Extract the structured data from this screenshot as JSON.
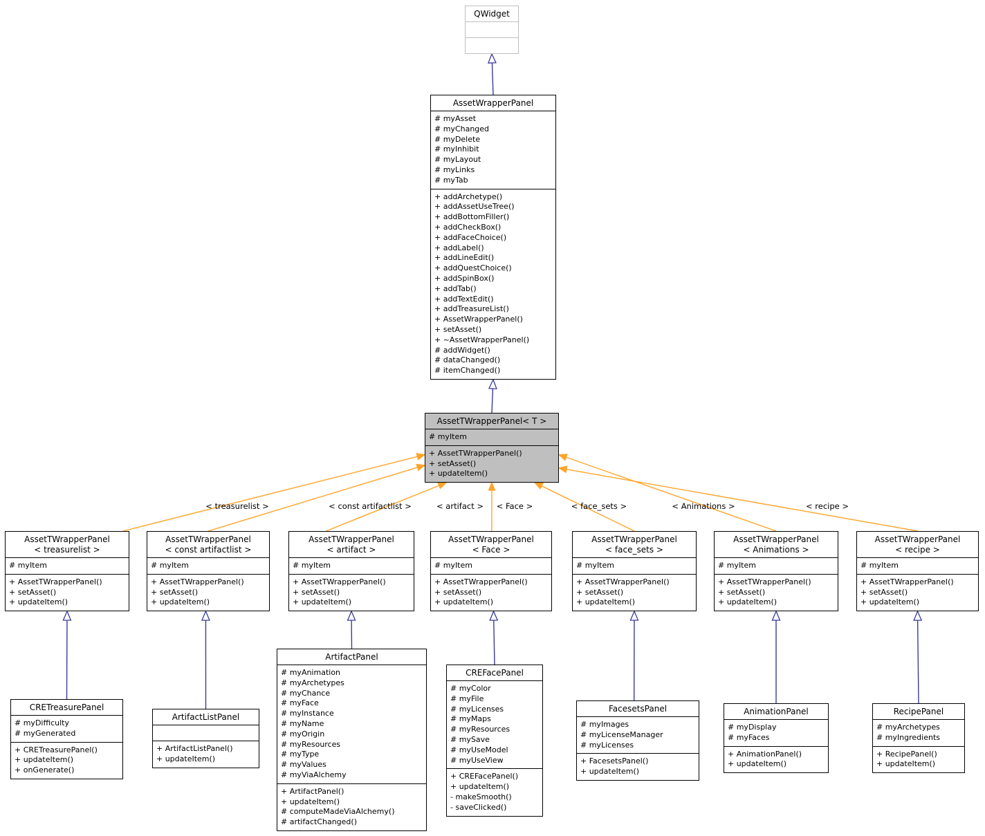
{
  "colors": {
    "inheritance_arrow": "#3a3a9c",
    "template_arrow": "#ffa429",
    "highlight_fill": "#bfbfbf",
    "external_border": "#bfbfbf",
    "box_border": "#000000",
    "background": "#ffffff"
  },
  "classes": [
    {
      "id": "qwidget",
      "name": "QWidget",
      "name_lines": [
        "QWidget"
      ],
      "style": "external",
      "attributes": [],
      "methods": []
    },
    {
      "id": "awp",
      "name": "AssetWrapperPanel",
      "name_lines": [
        "AssetWrapperPanel"
      ],
      "style": "plain",
      "attributes": [
        "# myAsset",
        "# myChanged",
        "# myDelete",
        "# myInhibit",
        "# myLayout",
        "# myLinks",
        "# myTab"
      ],
      "methods": [
        "+ addArchetype()",
        "+ addAssetUseTree()",
        "+ addBottomFiller()",
        "+ addCheckBox()",
        "+ addFaceChoice()",
        "+ addLabel()",
        "+ addLineEdit()",
        "+ addQuestChoice()",
        "+ addSpinBox()",
        "+ addTab()",
        "+ addTextEdit()",
        "+ addTreasureList()",
        "+ AssetWrapperPanel()",
        "+ setAsset()",
        "+ ~AssetWrapperPanel()",
        "# addWidget()",
        "# dataChanged()",
        "# itemChanged()"
      ]
    },
    {
      "id": "att",
      "name": "AssetTWrapperPanel< T >",
      "name_lines": [
        "AssetTWrapperPanel< T >"
      ],
      "style": "highlight",
      "attributes": [
        "# myItem"
      ],
      "methods": [
        "+ AssetTWrapperPanel()",
        "+ setAsset()",
        "+ updateItem()"
      ]
    },
    {
      "id": "t1",
      "name": "AssetTWrapperPanel< treasurelist >",
      "name_lines": [
        "AssetTWrapperPanel",
        "< treasurelist >"
      ],
      "style": "plain",
      "attributes": [
        "# myItem"
      ],
      "methods": [
        "+ AssetTWrapperPanel()",
        "+ setAsset()",
        "+ updateItem()"
      ]
    },
    {
      "id": "t2",
      "name": "AssetTWrapperPanel< const artifactlist >",
      "name_lines": [
        "AssetTWrapperPanel",
        "< const artifactlist >"
      ],
      "style": "plain",
      "attributes": [
        "# myItem"
      ],
      "methods": [
        "+ AssetTWrapperPanel()",
        "+ setAsset()",
        "+ updateItem()"
      ]
    },
    {
      "id": "t3",
      "name": "AssetTWrapperPanel< artifact >",
      "name_lines": [
        "AssetTWrapperPanel",
        "< artifact >"
      ],
      "style": "plain",
      "attributes": [
        "# myItem"
      ],
      "methods": [
        "+ AssetTWrapperPanel()",
        "+ setAsset()",
        "+ updateItem()"
      ]
    },
    {
      "id": "t4",
      "name": "AssetTWrapperPanel< Face >",
      "name_lines": [
        "AssetTWrapperPanel",
        "< Face >"
      ],
      "style": "plain",
      "attributes": [
        "# myItem"
      ],
      "methods": [
        "+ AssetTWrapperPanel()",
        "+ setAsset()",
        "+ updateItem()"
      ]
    },
    {
      "id": "t5",
      "name": "AssetTWrapperPanel< face_sets >",
      "name_lines": [
        "AssetTWrapperPanel",
        "< face_sets >"
      ],
      "style": "plain",
      "attributes": [
        "# myItem"
      ],
      "methods": [
        "+ AssetTWrapperPanel()",
        "+ setAsset()",
        "+ updateItem()"
      ]
    },
    {
      "id": "t6",
      "name": "AssetTWrapperPanel< Animations >",
      "name_lines": [
        "AssetTWrapperPanel",
        "< Animations >"
      ],
      "style": "plain",
      "attributes": [
        "# myItem"
      ],
      "methods": [
        "+ AssetTWrapperPanel()",
        "+ setAsset()",
        "+ updateItem()"
      ]
    },
    {
      "id": "t7",
      "name": "AssetTWrapperPanel< recipe >",
      "name_lines": [
        "AssetTWrapperPanel",
        "< recipe >"
      ],
      "style": "plain",
      "attributes": [
        "# myItem"
      ],
      "methods": [
        "+ AssetTWrapperPanel()",
        "+ setAsset()",
        "+ updateItem()"
      ]
    },
    {
      "id": "cretreasure",
      "name": "CRETreasurePanel",
      "name_lines": [
        "CRETreasurePanel"
      ],
      "style": "plain",
      "attributes": [
        "# myDifficulty",
        "# myGenerated"
      ],
      "methods": [
        "+ CRETreasurePanel()",
        "+ updateItem()",
        "+ onGenerate()"
      ]
    },
    {
      "id": "artifactlist",
      "name": "ArtifactListPanel",
      "name_lines": [
        "ArtifactListPanel"
      ],
      "style": "plain",
      "attributes": [],
      "methods": [
        "+ ArtifactListPanel()",
        "+ updateItem()"
      ]
    },
    {
      "id": "artifact",
      "name": "ArtifactPanel",
      "name_lines": [
        "ArtifactPanel"
      ],
      "style": "plain",
      "attributes": [
        "# myAnimation",
        "# myArchetypes",
        "# myChance",
        "# myFace",
        "# myInstance",
        "# myName",
        "# myOrigin",
        "# myResources",
        "# myType",
        "# myValues",
        "# myViaAlchemy"
      ],
      "methods": [
        "+ ArtifactPanel()",
        "+ updateItem()",
        "# computeMadeViaAlchemy()",
        "# artifactChanged()"
      ]
    },
    {
      "id": "creface",
      "name": "CREFacePanel",
      "name_lines": [
        "CREFacePanel"
      ],
      "style": "plain",
      "attributes": [
        "# myColor",
        "# myFile",
        "# myLicenses",
        "# myMaps",
        "# myResources",
        "# mySave",
        "# myUseModel",
        "# myUseView"
      ],
      "methods": [
        "+ CREFacePanel()",
        "+ updateItem()",
        "- makeSmooth()",
        "- saveClicked()"
      ]
    },
    {
      "id": "facesets",
      "name": "FacesetsPanel",
      "name_lines": [
        "FacesetsPanel"
      ],
      "style": "plain",
      "attributes": [
        "# myImages",
        "# myLicenseManager",
        "# myLicenses"
      ],
      "methods": [
        "+ FacesetsPanel()",
        "+ updateItem()"
      ]
    },
    {
      "id": "animation",
      "name": "AnimationPanel",
      "name_lines": [
        "AnimationPanel"
      ],
      "style": "plain",
      "attributes": [
        "# myDisplay",
        "# myFaces"
      ],
      "methods": [
        "+ AnimationPanel()",
        "+ updateItem()"
      ]
    },
    {
      "id": "recipe",
      "name": "RecipePanel",
      "name_lines": [
        "RecipePanel"
      ],
      "style": "plain",
      "attributes": [
        "# myArchetypes",
        "# myIngredients"
      ],
      "methods": [
        "+ RecipePanel()",
        "+ updateItem()"
      ]
    }
  ],
  "relationships": [
    {
      "type": "inheritance",
      "from": "AssetWrapperPanel",
      "to": "QWidget"
    },
    {
      "type": "inheritance",
      "from": "AssetTWrapperPanel< T >",
      "to": "AssetWrapperPanel"
    },
    {
      "type": "inheritance",
      "from": "CRETreasurePanel",
      "to": "AssetTWrapperPanel< treasurelist >"
    },
    {
      "type": "inheritance",
      "from": "ArtifactListPanel",
      "to": "AssetTWrapperPanel< const artifactlist >"
    },
    {
      "type": "inheritance",
      "from": "ArtifactPanel",
      "to": "AssetTWrapperPanel< artifact >"
    },
    {
      "type": "inheritance",
      "from": "CREFacePanel",
      "to": "AssetTWrapperPanel< Face >"
    },
    {
      "type": "inheritance",
      "from": "FacesetsPanel",
      "to": "AssetTWrapperPanel< face_sets >"
    },
    {
      "type": "inheritance",
      "from": "AnimationPanel",
      "to": "AssetTWrapperPanel< Animations >"
    },
    {
      "type": "inheritance",
      "from": "RecipePanel",
      "to": "AssetTWrapperPanel< recipe >"
    },
    {
      "type": "template-instantiation",
      "from": "AssetTWrapperPanel< treasurelist >",
      "to": "AssetTWrapperPanel< T >",
      "label": "< treasurelist >"
    },
    {
      "type": "template-instantiation",
      "from": "AssetTWrapperPanel< const artifactlist >",
      "to": "AssetTWrapperPanel< T >",
      "label": "< const artifactlist >"
    },
    {
      "type": "template-instantiation",
      "from": "AssetTWrapperPanel< artifact >",
      "to": "AssetTWrapperPanel< T >",
      "label": "< artifact >"
    },
    {
      "type": "template-instantiation",
      "from": "AssetTWrapperPanel< Face >",
      "to": "AssetTWrapperPanel< T >",
      "label": "< Face >"
    },
    {
      "type": "template-instantiation",
      "from": "AssetTWrapperPanel< face_sets >",
      "to": "AssetTWrapperPanel< T >",
      "label": "< face_sets >"
    },
    {
      "type": "template-instantiation",
      "from": "AssetTWrapperPanel< Animations >",
      "to": "AssetTWrapperPanel< T >",
      "label": "< Animations >"
    },
    {
      "type": "template-instantiation",
      "from": "AssetTWrapperPanel< recipe >",
      "to": "AssetTWrapperPanel< T >",
      "label": "< recipe >"
    }
  ]
}
